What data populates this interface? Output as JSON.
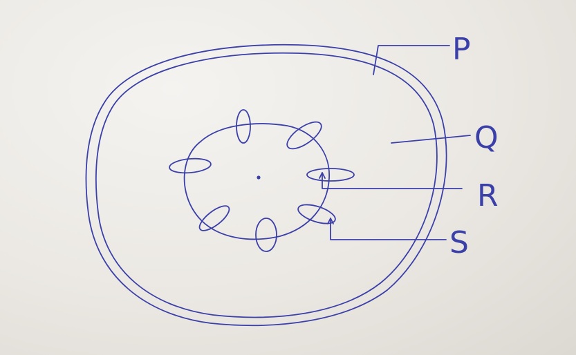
{
  "colors": {
    "ink": "#3b3fa8",
    "paper": "#ece9e4"
  },
  "labels": {
    "p": "P",
    "q": "Q",
    "r": "R",
    "s": "S"
  }
}
